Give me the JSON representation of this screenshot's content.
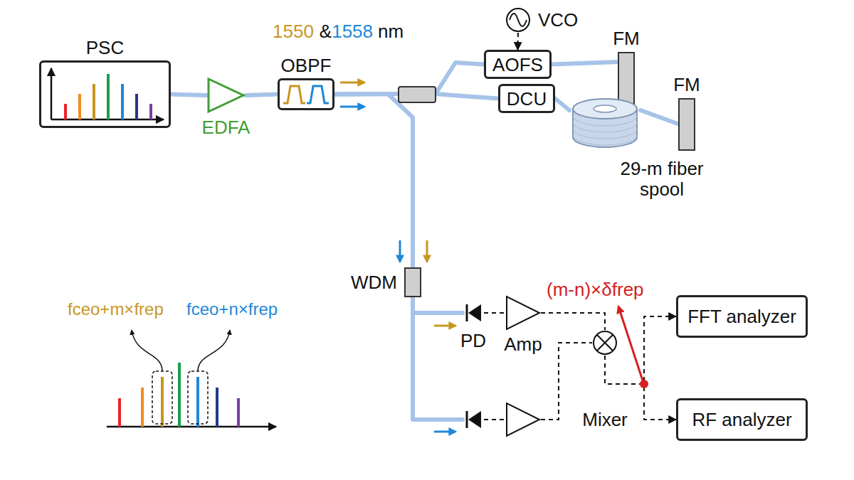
{
  "diagram": {
    "nodes": [
      {
        "text": [
          "PSC"
        ]
      },
      {
        "text": [
          "EDFA"
        ]
      },
      {
        "text": [
          "OBPF"
        ]
      },
      {
        "text": [
          "VCO"
        ]
      },
      {
        "text": [
          "AOFS"
        ]
      },
      {
        "text": [
          "FM"
        ]
      },
      {
        "text": [
          "DCU"
        ]
      },
      {
        "text": [
          "29-m fiber spool"
        ]
      },
      {
        "text": [
          "FM"
        ]
      },
      {
        "text": [
          "WDM"
        ]
      },
      {
        "text": [
          "PD"
        ]
      },
      {
        "text": [
          "Amp"
        ]
      },
      {
        "text": [
          "Mixer"
        ]
      },
      {
        "text": [
          "FFT analyzer"
        ]
      },
      {
        "text": [
          "RF analyzer"
        ]
      }
    ],
    "edges": [
      {
        "from": 0,
        "to": 1,
        "arrow": "none"
      },
      {
        "from": 1,
        "to": 2,
        "arrow": "none"
      },
      {
        "from": 2,
        "to": 4,
        "arrow": "none"
      },
      {
        "from": 2,
        "to": 6,
        "arrow": "none"
      },
      {
        "from": 2,
        "to": 9,
        "arrow": "none"
      },
      {
        "from": 3,
        "to": 4,
        "arrow": "to"
      },
      {
        "from": 4,
        "to": 5,
        "arrow": "none"
      },
      {
        "from": 6,
        "to": 7,
        "arrow": "none"
      },
      {
        "from": 7,
        "to": 8,
        "arrow": "none"
      },
      {
        "from": 9,
        "to": 10,
        "arrow": "none"
      },
      {
        "from": 10,
        "to": 11,
        "arrow": "none"
      },
      {
        "from": 11,
        "to": 12,
        "arrow": "none"
      },
      {
        "from": 12,
        "to": 13,
        "arrow": "to"
      },
      {
        "from": 12,
        "to": 14,
        "arrow": "to"
      }
    ],
    "labels": [
      "1550",
      "&",
      "1558",
      "nm",
      "fceo+m×frep",
      "fceo+n×frep",
      "(m-n)×δfrep"
    ]
  }
}
